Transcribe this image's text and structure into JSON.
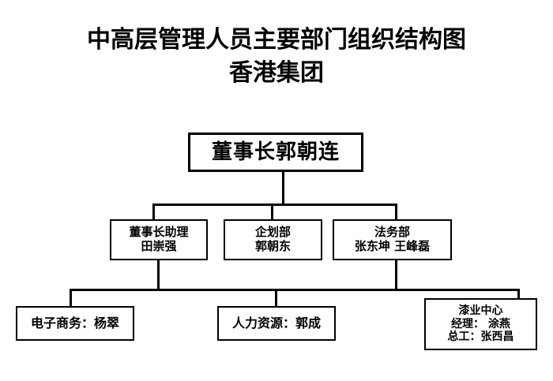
{
  "title": {
    "line1": "中高层管理人员主要部门组织结构图",
    "line2": "香港集团"
  },
  "chart_data": {
    "type": "diagram",
    "diagram_kind": "organization-chart",
    "title": "中高层管理人员主要部门组织结构图 香港集团",
    "nodes": [
      {
        "id": "root",
        "level": 0,
        "lines": [
          "董事长郭朝连"
        ],
        "role": "董事长",
        "person": "郭朝连"
      },
      {
        "id": "assistant",
        "level": 1,
        "lines": [
          "董事长助理",
          "田崇强"
        ],
        "role": "董事长助理",
        "person": "田崇强"
      },
      {
        "id": "planning",
        "level": 1,
        "lines": [
          "企划部",
          "郭朝东"
        ],
        "role": "企划部",
        "person": "郭朝东"
      },
      {
        "id": "legal",
        "level": 1,
        "lines": [
          "法务部",
          "张东坤 王峰磊"
        ],
        "role": "法务部",
        "person": "张东坤 王峰磊"
      },
      {
        "id": "ecommerce",
        "level": 2,
        "lines": [
          "电子商务：杨翠"
        ],
        "role": "电子商务",
        "person": "杨翠"
      },
      {
        "id": "hr",
        "level": 2,
        "lines": [
          "人力资源：郭成"
        ],
        "role": "人力资源",
        "person": "郭成"
      },
      {
        "id": "paint",
        "level": 2,
        "lines": [
          "漆业中心",
          "经理： 涂燕",
          "总工：张西昌"
        ],
        "role": "漆业中心",
        "person": "涂燕 / 张西昌"
      }
    ],
    "edges": [
      {
        "from": "root",
        "to": "assistant"
      },
      {
        "from": "root",
        "to": "planning"
      },
      {
        "from": "root",
        "to": "legal"
      },
      {
        "from": "assistant",
        "to": "ecommerce"
      },
      {
        "from": "assistant",
        "to": "hr"
      },
      {
        "from": "assistant",
        "to": "paint"
      },
      {
        "from": "legal",
        "to": "ecommerce"
      },
      {
        "from": "legal",
        "to": "hr"
      },
      {
        "from": "legal",
        "to": "paint"
      }
    ],
    "colors": {
      "background": "#ffffff",
      "line": "#000000",
      "text": "#000000",
      "box_fill": "#ffffff"
    }
  },
  "nodes": {
    "root": {
      "l1": "董事长郭朝连"
    },
    "assistant": {
      "l1": "董事长助理",
      "l2": "田崇强"
    },
    "planning": {
      "l1": "企划部",
      "l2": "郭朝东"
    },
    "legal": {
      "l1": "法务部",
      "l2": "张东坤 王峰磊"
    },
    "ecommerce": {
      "l1": "电子商务：杨翠"
    },
    "hr": {
      "l1": "人力资源：郭成"
    },
    "paint": {
      "l1": "漆业中心",
      "l2": "经理： 涂燕",
      "l3": "总工：张西昌"
    }
  }
}
